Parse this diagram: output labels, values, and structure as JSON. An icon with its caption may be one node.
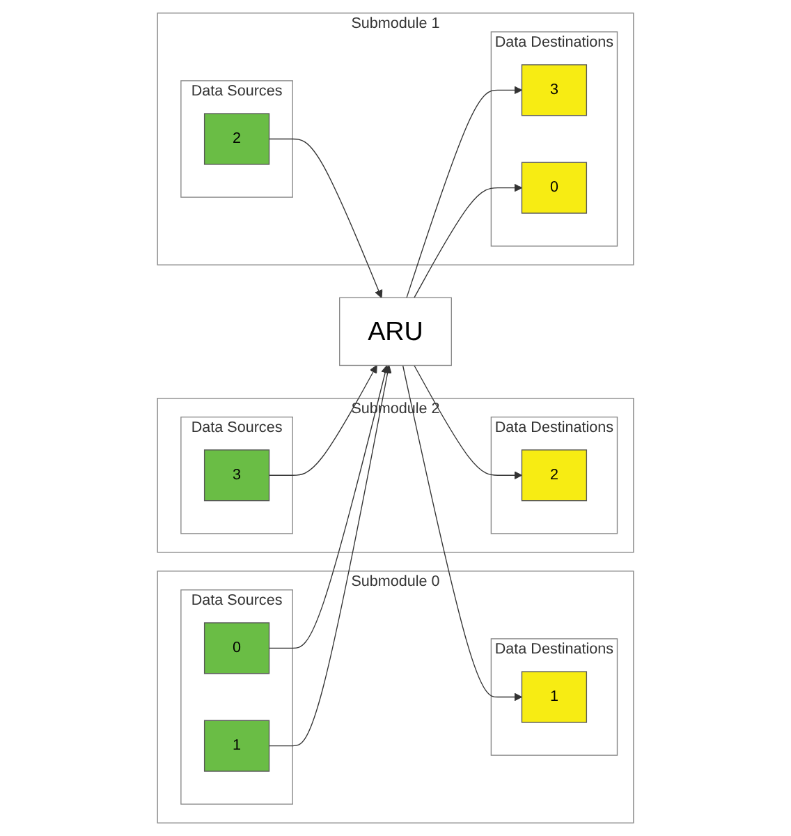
{
  "diagram": {
    "nodes": [
      {
        "text": [
          "Submodule 0"
        ]
      },
      {
        "text": [
          "Data Sources"
        ],
        "in": 0
      },
      {
        "text": [
          "0"
        ],
        "in": 1
      },
      {
        "text": [
          "1"
        ],
        "in": 1
      },
      {
        "text": [
          "Data Destinations"
        ],
        "in": 0
      },
      {
        "text": [
          "1"
        ],
        "in": 4
      },
      {
        "text": [
          "Submodule 2"
        ]
      },
      {
        "text": [
          "Data Destinations"
        ],
        "in": 6
      },
      {
        "text": [
          "2"
        ],
        "in": 7
      },
      {
        "text": [
          "Data Sources"
        ],
        "in": 6
      },
      {
        "text": [
          "3"
        ],
        "in": 9
      },
      {
        "text": [
          "ARU"
        ]
      },
      {
        "text": [
          "Submodule 1"
        ]
      },
      {
        "text": [
          "Data Sources"
        ],
        "in": 12
      },
      {
        "text": [
          "2"
        ],
        "in": 13
      },
      {
        "text": [
          "Data Destinations"
        ],
        "in": 12
      },
      {
        "text": [
          "3"
        ],
        "in": 15
      },
      {
        "text": [
          "0"
        ],
        "in": 15
      }
    ],
    "edges": [
      {
        "from": 2,
        "to": 11,
        "arrow": "to"
      },
      {
        "from": 3,
        "to": 11,
        "arrow": "to"
      },
      {
        "from": 11,
        "to": 5,
        "arrow": "to"
      },
      {
        "from": 11,
        "to": 8,
        "arrow": "to"
      },
      {
        "from": 10,
        "to": 11,
        "arrow": "to"
      },
      {
        "from": 14,
        "to": 11,
        "arrow": "to"
      },
      {
        "from": 11,
        "to": 16,
        "arrow": "to"
      },
      {
        "from": 11,
        "to": 17,
        "arrow": "to"
      }
    ]
  }
}
